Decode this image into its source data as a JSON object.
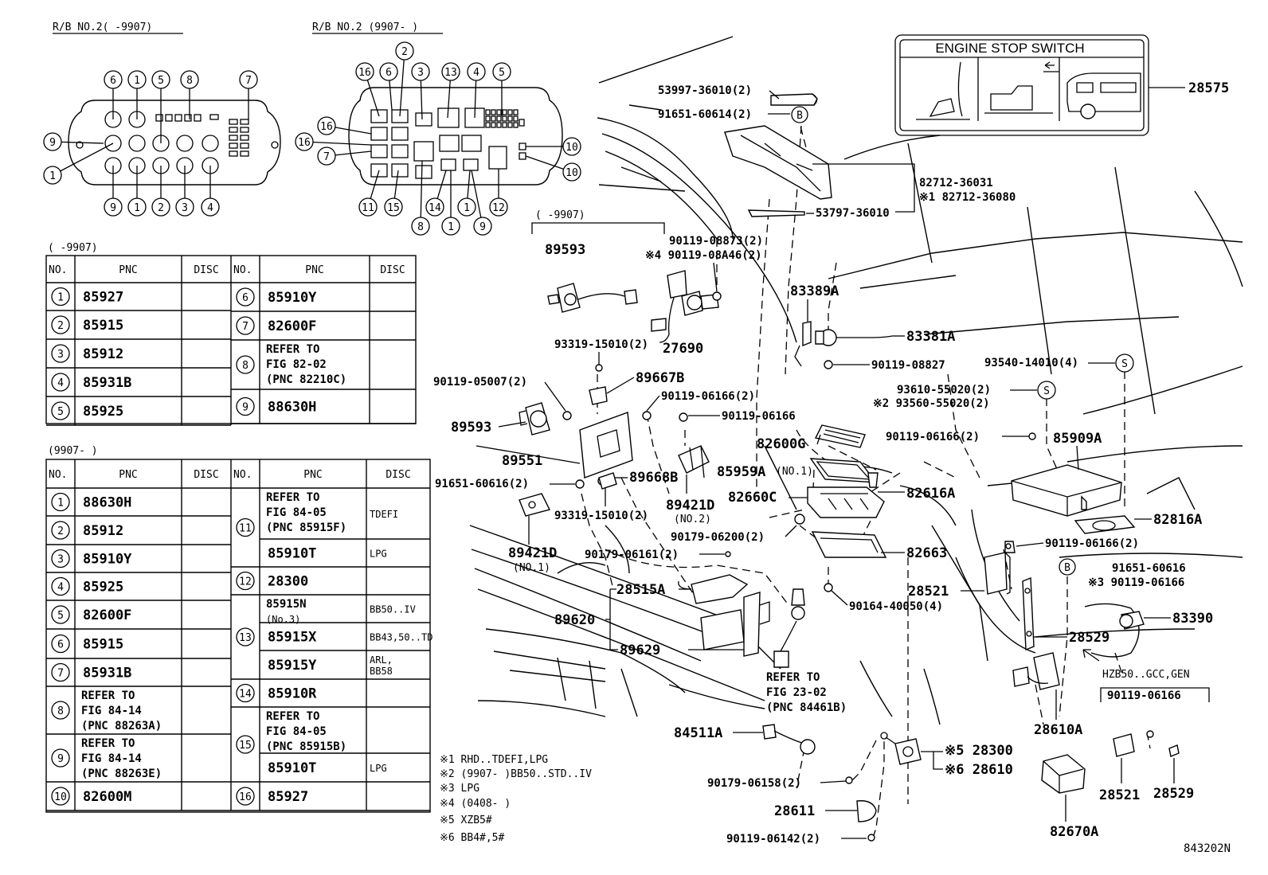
{
  "relay_box_captions": {
    "rb_old": "R/B NO.2(     -9907)",
    "rb_new": "R/B NO.2 (9907-     )"
  },
  "rb_old_callouts": [
    "6",
    "1",
    "5",
    "8",
    "7",
    "9",
    "1",
    "9",
    "1",
    "2",
    "3",
    "4"
  ],
  "rb_new_callouts": [
    "2",
    "16",
    "6",
    "3",
    "13",
    "4",
    "5",
    "16",
    "16",
    "7",
    "10",
    "10",
    "11",
    "15",
    "8",
    "14",
    "1",
    "1",
    "9",
    "12"
  ],
  "table_old": {
    "caption": "(      -9907)",
    "headers": [
      "NO.",
      "PNC",
      "DISC",
      "NO.",
      "PNC",
      "DISC"
    ],
    "left_rows": [
      {
        "no": "1",
        "pnc": "85927",
        "disc": ""
      },
      {
        "no": "2",
        "pnc": "85915",
        "disc": ""
      },
      {
        "no": "3",
        "pnc": "85912",
        "disc": ""
      },
      {
        "no": "4",
        "pnc": "85931B",
        "disc": ""
      },
      {
        "no": "5",
        "pnc": "85925",
        "disc": ""
      }
    ],
    "right_rows": [
      {
        "no": "6",
        "pnc": "85910Y",
        "disc": ""
      },
      {
        "no": "7",
        "pnc": "82600F",
        "disc": ""
      },
      {
        "no": "8",
        "pnc": [
          "REFER TO",
          "FIG 82-02",
          "(PNC 82210C)"
        ],
        "disc": ""
      },
      {
        "no": "9",
        "pnc": "88630H",
        "disc": ""
      }
    ]
  },
  "table_new": {
    "caption": "(9907-     )",
    "headers": [
      "NO.",
      "PNC",
      "DISC",
      "NO.",
      "PNC",
      "DISC"
    ],
    "left_rows": [
      {
        "no": "1",
        "pnc": "88630H",
        "disc": ""
      },
      {
        "no": "2",
        "pnc": "85912",
        "disc": ""
      },
      {
        "no": "3",
        "pnc": "85910Y",
        "disc": ""
      },
      {
        "no": "4",
        "pnc": "85925",
        "disc": ""
      },
      {
        "no": "5",
        "pnc": "82600F",
        "disc": ""
      },
      {
        "no": "6",
        "pnc": "85915",
        "disc": ""
      },
      {
        "no": "7",
        "pnc": "85931B",
        "disc": ""
      },
      {
        "no": "8",
        "pnc": [
          "REFER TO",
          "FIG 84-14",
          "(PNC 88263A)"
        ],
        "disc": ""
      },
      {
        "no": "9",
        "pnc": [
          "REFER TO",
          "FIG 84-14",
          "(PNC 88263E)"
        ],
        "disc": ""
      },
      {
        "no": "10",
        "pnc": "82600M",
        "disc": ""
      }
    ],
    "right_rows": [
      {
        "no": "11",
        "pnc": [
          "REFER TO",
          "FIG 84-05",
          "(PNC 85915F)"
        ],
        "disc": "TDEFI"
      },
      {
        "no": "",
        "pnc": "85910T",
        "disc": "LPG"
      },
      {
        "no": "12",
        "pnc": "28300",
        "disc": ""
      },
      {
        "no": "13",
        "pnc": [
          "85915N",
          "(No.3)"
        ],
        "disc": "BB50..IV"
      },
      {
        "no": "",
        "pnc": "85915X",
        "disc": "BB43,50..TD"
      },
      {
        "no": "",
        "pnc": "85915Y",
        "disc": [
          "ARL,",
          "BB58"
        ]
      },
      {
        "no": "14",
        "pnc": "85910R",
        "disc": ""
      },
      {
        "no": "15",
        "pnc": [
          "REFER TO",
          "FIG 84-05",
          "(PNC 85915B)"
        ],
        "disc": ""
      },
      {
        "no": "",
        "pnc": "85910T",
        "disc": "LPG"
      },
      {
        "no": "16",
        "pnc": "85927",
        "disc": ""
      }
    ]
  },
  "notes": [
    "※1 RHD..TDEFI,LPG",
    "※2 (9907-     )BB50..STD..IV",
    "※3 LPG",
    "※4 (0408-     )",
    "※5  XZB5#",
    "※6  BB4#,5#"
  ],
  "label_box": {
    "title": "ENGINE STOP SWITCH",
    "part": "28575"
  },
  "part_labels": {
    "p53997": "53997-36010(2)",
    "p91651a": "91651-60614(2)",
    "p82712a": "82712-36031",
    "p82712b": "※1 82712-36080",
    "p53797": "53797-36010",
    "range": "(      -9907)",
    "p89593a": "89593",
    "p90119_08873": "90119-08873(2)",
    "p90119_08a46": "※4 90119-08A46(2)",
    "p27690": "27690",
    "p93319a": "93319-15010(2)",
    "p89667b": "89667B",
    "p90119_05007": "90119-05007(2)",
    "p90119_06166a": "90119-06166(2)",
    "p89593b": "89593",
    "p90119_06166b": "90119-06166",
    "p89551": "89551",
    "p91651b": "91651-60616(2)",
    "p89668b": "89668B",
    "p93319b": "93319-15010(2)",
    "p89421d_a": "89421D",
    "p89421d_a_sub": "(NO.2)",
    "p90179_06200": "90179-06200(2)",
    "p89421d_b": "89421D",
    "p89421d_b_sub": "(NO.1)",
    "p90179_06161": "90179-06161(2)",
    "p28515a": "28515A",
    "p89620": "89620",
    "p89629": "89629",
    "p83389a": "83389A",
    "p83381a": "83381A",
    "p90119_08827": "90119-08827",
    "p93540": "93540-14010(4)",
    "p93610": "93610-55020(2)",
    "p93560": "※2 93560-55020(2)",
    "p90119_06166c": "90119-06166(2)",
    "p85909a": "85909A",
    "p82600g": "82600G",
    "p85959a": "85959A",
    "p85959a_sub": "(NO.1)",
    "p82660c": "82660C",
    "p82616a": "82616A",
    "p82663": "82663",
    "p90164": "90164-40050(4)",
    "p82816a": "82816A",
    "p90119_06166d": "90119-06166(2)",
    "p91651c": "91651-60616",
    "p90119_06166e": "※3 90119-06166",
    "p28521a": "28521",
    "p83390": "83390",
    "p28529a": "28529",
    "p_hzb": "HZB50..GCC,GEN",
    "p90119_06166f": "90119-06166",
    "p28610a": "28610A",
    "refer_fig": [
      "REFER TO",
      "FIG 23-02",
      "(PNC 84461B)"
    ],
    "p84511a": "84511A",
    "p90179_06158": "90179-06158(2)",
    "p28300": "※5 28300",
    "p28610": "※6 28610",
    "p28611": "28611",
    "p90119_06142": "90119-06142(2)",
    "p82670a": "82670A",
    "p28521b": "28521",
    "p28529b": "28529",
    "b1": "B",
    "b2": "B",
    "s1": "S",
    "s2": "S"
  },
  "figure_code": "843202N"
}
